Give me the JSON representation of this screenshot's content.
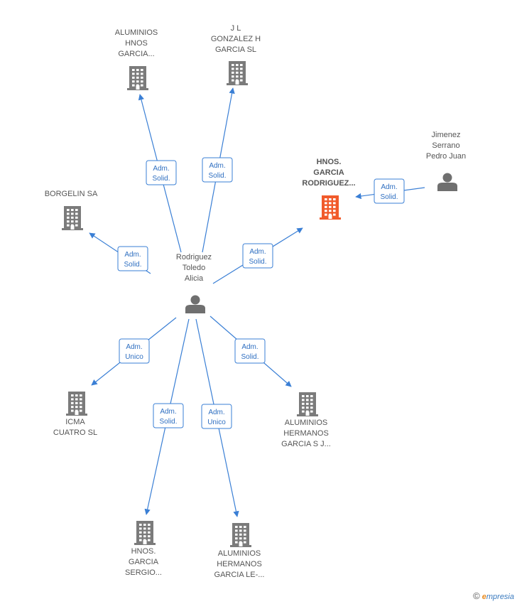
{
  "colors": {
    "edge": "#3a7fd5",
    "company": "#7b7b7b",
    "focus_company": "#f15a2b",
    "person": "#6f6f6f"
  },
  "nodes": [
    {
      "id": "center",
      "kind": "person",
      "label": [
        "Rodriguez",
        "Toledo",
        "Alicia"
      ],
      "icon": "person-icon"
    },
    {
      "id": "jimenez",
      "kind": "person",
      "label": [
        "Jimenez",
        "Serrano",
        "Pedro Juan"
      ],
      "icon": "person-icon"
    },
    {
      "id": "hnos_rodriguez",
      "kind": "company",
      "focus": true,
      "label": [
        "HNOS.",
        "GARCIA",
        "RODRIGUEZ..."
      ],
      "icon": "building-icon"
    },
    {
      "id": "aluminios_hnos",
      "kind": "company",
      "label": [
        "ALUMINIOS",
        "HNOS",
        "GARCIA..."
      ],
      "icon": "building-icon"
    },
    {
      "id": "jl_gonzalez",
      "kind": "company",
      "label": [
        "J L",
        "GONZALEZ H",
        "GARCIA SL"
      ],
      "icon": "building-icon"
    },
    {
      "id": "borgelin",
      "kind": "company",
      "label": [
        "BORGELIN SA"
      ],
      "icon": "building-icon"
    },
    {
      "id": "icma",
      "kind": "company",
      "label": [
        "ICMA",
        "CUATRO SL"
      ],
      "icon": "building-icon"
    },
    {
      "id": "aluminios_sj",
      "kind": "company",
      "label": [
        "ALUMINIOS",
        "HERMANOS",
        "GARCIA S J..."
      ],
      "icon": "building-icon"
    },
    {
      "id": "hnos_sergio",
      "kind": "company",
      "label": [
        "HNOS.",
        "GARCIA",
        "SERGIO..."
      ],
      "icon": "building-icon"
    },
    {
      "id": "aluminios_le",
      "kind": "company",
      "label": [
        "ALUMINIOS",
        "HERMANOS",
        "GARCIA LE-..."
      ],
      "icon": "building-icon"
    }
  ],
  "edges": [
    {
      "from": "center",
      "to": "aluminios_hnos",
      "role": [
        "Adm.",
        "Solid."
      ]
    },
    {
      "from": "center",
      "to": "jl_gonzalez",
      "role": [
        "Adm.",
        "Solid."
      ]
    },
    {
      "from": "center",
      "to": "borgelin",
      "role": [
        "Adm.",
        "Solid."
      ]
    },
    {
      "from": "center",
      "to": "hnos_rodriguez",
      "role": [
        "Adm.",
        "Solid."
      ]
    },
    {
      "from": "jimenez",
      "to": "hnos_rodriguez",
      "role": [
        "Adm.",
        "Solid."
      ]
    },
    {
      "from": "center",
      "to": "icma",
      "role": [
        "Adm.",
        "Unico"
      ]
    },
    {
      "from": "center",
      "to": "aluminios_sj",
      "role": [
        "Adm.",
        "Solid."
      ]
    },
    {
      "from": "center",
      "to": "hnos_sergio",
      "role": [
        "Adm.",
        "Solid."
      ]
    },
    {
      "from": "center",
      "to": "aluminios_le",
      "role": [
        "Adm.",
        "Unico"
      ]
    }
  ],
  "branding": {
    "copyright": "©",
    "first_letter": "e",
    "rest": "mpresia"
  }
}
